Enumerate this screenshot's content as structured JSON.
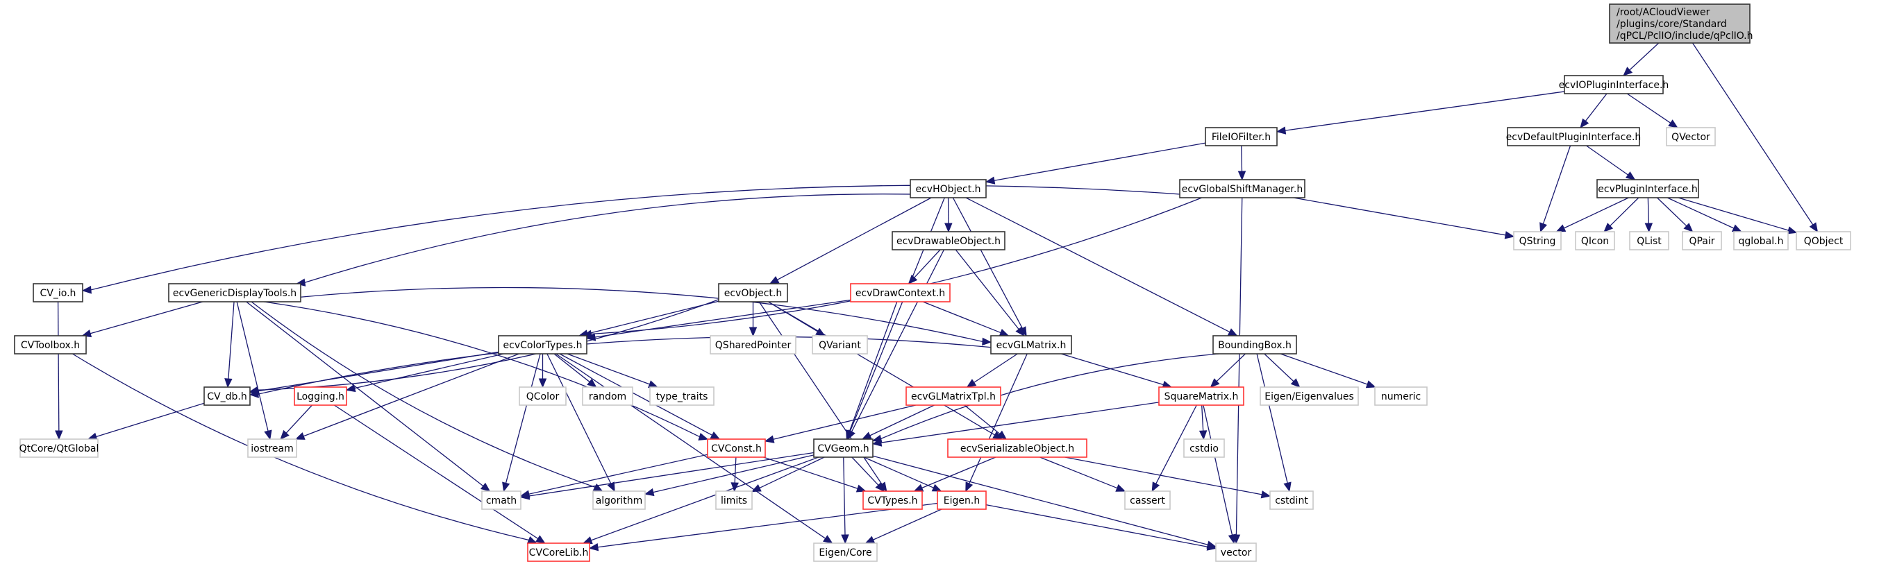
{
  "diagram": {
    "type": "include-dependency-graph",
    "colors": {
      "edge": "#191970",
      "root_fill": "#bfbfbf",
      "internal_border": "#333333",
      "missing_border": "#ff3333",
      "external_border": "#c8c8c8"
    },
    "nodes": [
      {
        "id": "root",
        "label": [
          "/root/ACloudViewer",
          "/plugins/core/Standard",
          "/qPCL/PclIO/include/qPclIO.h"
        ],
        "kind": "root"
      },
      {
        "id": "ecvIOPluginInterface",
        "label": [
          "ecvIOPluginInterface.h"
        ],
        "kind": "internal"
      },
      {
        "id": "QVector",
        "label": [
          "QVector"
        ],
        "kind": "external"
      },
      {
        "id": "FileIOFilter",
        "label": [
          "FileIOFilter.h"
        ],
        "kind": "internal"
      },
      {
        "id": "ecvDefaultPluginInterface",
        "label": [
          "ecvDefaultPluginInterface.h"
        ],
        "kind": "internal"
      },
      {
        "id": "ecvHObject",
        "label": [
          "ecvHObject.h"
        ],
        "kind": "internal"
      },
      {
        "id": "ecvGlobalShiftManager",
        "label": [
          "ecvGlobalShiftManager.h"
        ],
        "kind": "internal"
      },
      {
        "id": "ecvPluginInterface",
        "label": [
          "ecvPluginInterface.h"
        ],
        "kind": "internal"
      },
      {
        "id": "ecvDrawableObject",
        "label": [
          "ecvDrawableObject.h"
        ],
        "kind": "internal"
      },
      {
        "id": "QString",
        "label": [
          "QString"
        ],
        "kind": "external"
      },
      {
        "id": "QIcon",
        "label": [
          "QIcon"
        ],
        "kind": "external"
      },
      {
        "id": "QList",
        "label": [
          "QList"
        ],
        "kind": "external"
      },
      {
        "id": "QPair",
        "label": [
          "QPair"
        ],
        "kind": "external"
      },
      {
        "id": "qglobal",
        "label": [
          "qglobal.h"
        ],
        "kind": "external"
      },
      {
        "id": "QObject",
        "label": [
          "QObject"
        ],
        "kind": "external"
      },
      {
        "id": "CV_io",
        "label": [
          "CV_io.h"
        ],
        "kind": "internal"
      },
      {
        "id": "ecvGenericDisplayTools",
        "label": [
          "ecvGenericDisplayTools.h"
        ],
        "kind": "internal"
      },
      {
        "id": "ecvObject",
        "label": [
          "ecvObject.h"
        ],
        "kind": "internal"
      },
      {
        "id": "ecvDrawContext",
        "label": [
          "ecvDrawContext.h"
        ],
        "kind": "missing"
      },
      {
        "id": "CVToolbox",
        "label": [
          "CVToolbox.h"
        ],
        "kind": "internal"
      },
      {
        "id": "ecvColorTypes",
        "label": [
          "ecvColorTypes.h"
        ],
        "kind": "internal"
      },
      {
        "id": "ecvGLMatrix",
        "label": [
          "ecvGLMatrix.h"
        ],
        "kind": "internal"
      },
      {
        "id": "BoundingBox",
        "label": [
          "BoundingBox.h"
        ],
        "kind": "internal"
      },
      {
        "id": "QSharedPointer",
        "label": [
          "QSharedPointer"
        ],
        "kind": "external"
      },
      {
        "id": "QVariant",
        "label": [
          "QVariant"
        ],
        "kind": "external"
      },
      {
        "id": "CV_db",
        "label": [
          "CV_db.h"
        ],
        "kind": "internal"
      },
      {
        "id": "Logging",
        "label": [
          "Logging.h"
        ],
        "kind": "missing"
      },
      {
        "id": "QColor",
        "label": [
          "QColor"
        ],
        "kind": "external"
      },
      {
        "id": "random",
        "label": [
          "random"
        ],
        "kind": "external"
      },
      {
        "id": "type_traits",
        "label": [
          "type_traits"
        ],
        "kind": "external"
      },
      {
        "id": "ecvGLMatrixTpl",
        "label": [
          "ecvGLMatrixTpl.h"
        ],
        "kind": "missing"
      },
      {
        "id": "SquareMatrix",
        "label": [
          "SquareMatrix.h"
        ],
        "kind": "missing"
      },
      {
        "id": "EigenEigenvalues",
        "label": [
          "Eigen/Eigenvalues"
        ],
        "kind": "external"
      },
      {
        "id": "numeric",
        "label": [
          "numeric"
        ],
        "kind": "external"
      },
      {
        "id": "QtGlobal",
        "label": [
          "QtCore/QtGlobal"
        ],
        "kind": "external"
      },
      {
        "id": "iostream",
        "label": [
          "iostream"
        ],
        "kind": "external"
      },
      {
        "id": "CVConst",
        "label": [
          "CVConst.h"
        ],
        "kind": "missing"
      },
      {
        "id": "CVGeom",
        "label": [
          "CVGeom.h"
        ],
        "kind": "internal"
      },
      {
        "id": "ecvSerializableObject",
        "label": [
          "ecvSerializableObject.h"
        ],
        "kind": "missing"
      },
      {
        "id": "cstdio",
        "label": [
          "cstdio"
        ],
        "kind": "external"
      },
      {
        "id": "cmath",
        "label": [
          "cmath"
        ],
        "kind": "external"
      },
      {
        "id": "algorithm",
        "label": [
          "algorithm"
        ],
        "kind": "external"
      },
      {
        "id": "limits",
        "label": [
          "limits"
        ],
        "kind": "external"
      },
      {
        "id": "CVTypes",
        "label": [
          "CVTypes.h"
        ],
        "kind": "missing"
      },
      {
        "id": "Eigen",
        "label": [
          "Eigen.h"
        ],
        "kind": "missing"
      },
      {
        "id": "cassert",
        "label": [
          "cassert"
        ],
        "kind": "external"
      },
      {
        "id": "cstdint",
        "label": [
          "cstdint"
        ],
        "kind": "external"
      },
      {
        "id": "CVCoreLib",
        "label": [
          "CVCoreLib.h"
        ],
        "kind": "missing"
      },
      {
        "id": "EigenCore",
        "label": [
          "Eigen/Core"
        ],
        "kind": "external"
      },
      {
        "id": "vector",
        "label": [
          "vector"
        ],
        "kind": "external"
      }
    ],
    "edges": [
      [
        "root",
        "ecvIOPluginInterface"
      ],
      [
        "root",
        "QObject"
      ],
      [
        "ecvIOPluginInterface",
        "FileIOFilter"
      ],
      [
        "ecvIOPluginInterface",
        "ecvDefaultPluginInterface"
      ],
      [
        "ecvIOPluginInterface",
        "QVector"
      ],
      [
        "ecvDefaultPluginInterface",
        "QString"
      ],
      [
        "ecvDefaultPluginInterface",
        "ecvPluginInterface"
      ],
      [
        "ecvPluginInterface",
        "QString"
      ],
      [
        "ecvPluginInterface",
        "QIcon"
      ],
      [
        "ecvPluginInterface",
        "QList"
      ],
      [
        "ecvPluginInterface",
        "QPair"
      ],
      [
        "ecvPluginInterface",
        "qglobal"
      ],
      [
        "ecvPluginInterface",
        "QObject"
      ],
      [
        "FileIOFilter",
        "ecvHObject"
      ],
      [
        "FileIOFilter",
        "ecvGlobalShiftManager"
      ],
      [
        "ecvGlobalShiftManager",
        "QString"
      ],
      [
        "ecvGlobalShiftManager",
        "vector"
      ],
      [
        "ecvGlobalShiftManager",
        "CV_io"
      ],
      [
        "ecvGlobalShiftManager",
        "ecvColorTypes"
      ],
      [
        "ecvHObject",
        "ecvGenericDisplayTools"
      ],
      [
        "ecvHObject",
        "ecvDrawableObject"
      ],
      [
        "ecvHObject",
        "ecvObject"
      ],
      [
        "ecvHObject",
        "ecvGLMatrix"
      ],
      [
        "ecvHObject",
        "BoundingBox"
      ],
      [
        "ecvHObject",
        "CVGeom"
      ],
      [
        "ecvDrawableObject",
        "ecvDrawContext"
      ],
      [
        "ecvDrawableObject",
        "ecvGLMatrix"
      ],
      [
        "ecvDrawableObject",
        "CVGeom"
      ],
      [
        "ecvDrawContext",
        "ecvColorTypes"
      ],
      [
        "ecvDrawContext",
        "ecvGLMatrix"
      ],
      [
        "ecvDrawContext",
        "CVGeom"
      ],
      [
        "ecvObject",
        "ecvColorTypes"
      ],
      [
        "ecvObject",
        "QSharedPointer"
      ],
      [
        "ecvObject",
        "QVariant"
      ],
      [
        "ecvObject",
        "CV_db"
      ],
      [
        "ecvObject",
        "ecvSerializableObject"
      ],
      [
        "ecvObject",
        "CVTypes"
      ],
      [
        "CV_io",
        "QtGlobal"
      ],
      [
        "ecvGenericDisplayTools",
        "CVToolbox"
      ],
      [
        "ecvGenericDisplayTools",
        "CV_db"
      ],
      [
        "ecvGenericDisplayTools",
        "ecvGLMatrix"
      ],
      [
        "ecvGenericDisplayTools",
        "iostream"
      ],
      [
        "ecvGenericDisplayTools",
        "cmath"
      ],
      [
        "ecvGenericDisplayTools",
        "algorithm"
      ],
      [
        "ecvGenericDisplayTools",
        "CVConst"
      ],
      [
        "CVToolbox",
        "CVCoreLib"
      ],
      [
        "ecvColorTypes",
        "CV_db"
      ],
      [
        "ecvColorTypes",
        "Logging"
      ],
      [
        "ecvColorTypes",
        "QColor"
      ],
      [
        "ecvColorTypes",
        "random"
      ],
      [
        "ecvColorTypes",
        "type_traits"
      ],
      [
        "ecvColorTypes",
        "CVConst"
      ],
      [
        "ecvColorTypes",
        "iostream"
      ],
      [
        "ecvColorTypes",
        "cmath"
      ],
      [
        "ecvColorTypes",
        "algorithm"
      ],
      [
        "ecvColorTypes",
        "EigenCore"
      ],
      [
        "CV_db",
        "QtGlobal"
      ],
      [
        "Logging",
        "iostream"
      ],
      [
        "Logging",
        "CVCoreLib"
      ],
      [
        "ecvGLMatrix",
        "ecvGLMatrixTpl"
      ],
      [
        "ecvGLMatrix",
        "SquareMatrix"
      ],
      [
        "ecvGLMatrix",
        "CV_db"
      ],
      [
        "ecvGLMatrix",
        "Eigen"
      ],
      [
        "ecvGLMatrixTpl",
        "CVConst"
      ],
      [
        "ecvGLMatrixTpl",
        "CVGeom"
      ],
      [
        "ecvGLMatrixTpl",
        "ecvSerializableObject"
      ],
      [
        "BoundingBox",
        "SquareMatrix"
      ],
      [
        "BoundingBox",
        "EigenEigenvalues"
      ],
      [
        "BoundingBox",
        "numeric"
      ],
      [
        "BoundingBox",
        "CVGeom"
      ],
      [
        "BoundingBox",
        "cstdint"
      ],
      [
        "SquareMatrix",
        "CVGeom"
      ],
      [
        "SquareMatrix",
        "cstdio"
      ],
      [
        "SquareMatrix",
        "cassert"
      ],
      [
        "SquareMatrix",
        "vector"
      ],
      [
        "CVConst",
        "limits"
      ],
      [
        "CVConst",
        "CVTypes"
      ],
      [
        "CVConst",
        "cmath"
      ],
      [
        "CVGeom",
        "cmath"
      ],
      [
        "CVGeom",
        "algorithm"
      ],
      [
        "CVGeom",
        "limits"
      ],
      [
        "CVGeom",
        "CVTypes"
      ],
      [
        "CVGeom",
        "Eigen"
      ],
      [
        "CVGeom",
        "CVCoreLib"
      ],
      [
        "CVGeom",
        "EigenCore"
      ],
      [
        "CVGeom",
        "vector"
      ],
      [
        "ecvSerializableObject",
        "CVTypes"
      ],
      [
        "ecvSerializableObject",
        "cassert"
      ],
      [
        "ecvSerializableObject",
        "cstdint"
      ],
      [
        "Eigen",
        "CVCoreLib"
      ],
      [
        "Eigen",
        "EigenCore"
      ],
      [
        "Eigen",
        "vector"
      ]
    ]
  }
}
